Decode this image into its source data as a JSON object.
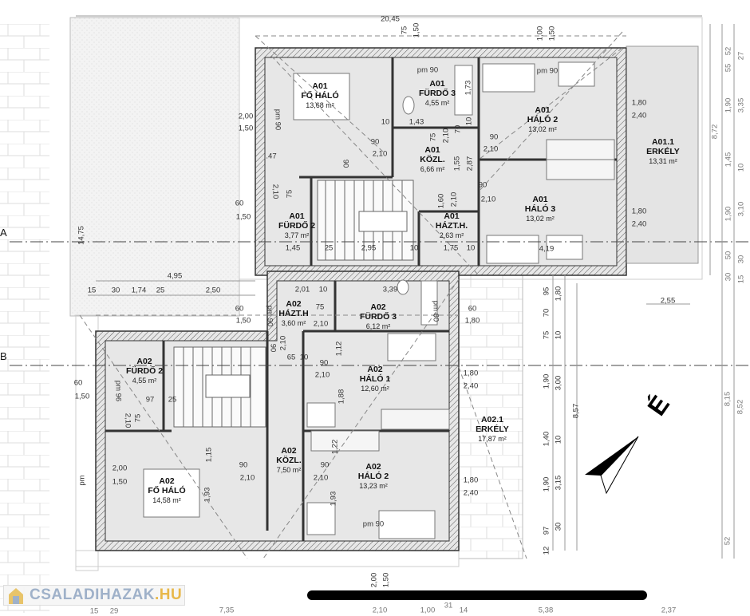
{
  "section_markers": {
    "a": "A",
    "b": "B"
  },
  "north_label": "É",
  "watermark": {
    "text": "CSALADIHAZAK",
    "suffix": ".HU"
  },
  "rooms": [
    {
      "code": "A01",
      "name": "FŐ HÁLÓ",
      "area": "13,68 m²"
    },
    {
      "code": "A01",
      "name": "FÜRDŐ 3",
      "area": "4,55 m²"
    },
    {
      "code": "A01",
      "name": "HÁLÓ 2",
      "area": "13,02 m²"
    },
    {
      "code": "A01",
      "name": "KÖZL.",
      "area": "6,66 m²"
    },
    {
      "code": "A01",
      "name": "FÜRDŐ 2",
      "area": "3,77 m²"
    },
    {
      "code": "A01",
      "name": "HÁZT.H.",
      "area": "2,63 m²"
    },
    {
      "code": "A01",
      "name": "HÁLÓ 3",
      "area": "13,02 m²"
    },
    {
      "code": "A01.1",
      "name": "ERKÉLY",
      "area": "13,31 m²"
    },
    {
      "code": "A02",
      "name": "HÁZT.H",
      "area": "3,60 m²"
    },
    {
      "code": "A02",
      "name": "FÜRDŐ 3",
      "area": "6,12 m²"
    },
    {
      "code": "A02",
      "name": "FÜRDŐ 2",
      "area": "4,55 m²"
    },
    {
      "code": "A02",
      "name": "HÁLÓ 1",
      "area": "12,60 m²"
    },
    {
      "code": "A02.1",
      "name": "ERKÉLY",
      "area": "17,87 m²"
    },
    {
      "code": "A02",
      "name": "KÖZL.",
      "area": "7,50 m²"
    },
    {
      "code": "A02",
      "name": "FŐ HÁLÓ",
      "area": "14,58 m²"
    },
    {
      "code": "A02",
      "name": "HÁLÓ 2",
      "area": "13,23 m²"
    }
  ],
  "dimensions": [
    "20,45",
    "75",
    "1,50",
    "1,00",
    "1,50",
    "14,75",
    "2,00",
    "1,50",
    "60",
    "1,50",
    "4,95",
    "15",
    "30",
    "1,74",
    "25",
    "2,50",
    "60",
    "1,50",
    "60",
    "1,50",
    "2,00",
    "1,50",
    "pm",
    "pm 90",
    "pm 90",
    "pm 90",
    "1,73",
    "10",
    "1,43",
    "75",
    "2,10",
    "70",
    "10",
    "90",
    "2,10",
    "90",
    "2,10",
    "90",
    ".47",
    "2,10",
    "75",
    "1,60",
    "2,10",
    "90",
    "2,10",
    "1,45",
    "25",
    "2,95",
    "10",
    "1,75",
    "10",
    "4,19",
    "1,80",
    "2,40",
    "1,80",
    "2,40",
    "1,55",
    "2,87",
    "52",
    "27",
    "55",
    "1,90",
    "3,35",
    "8,72",
    "1,45",
    "10",
    "1,90",
    "3,10",
    "50",
    "30",
    "30",
    "15",
    "2,55",
    "8,15",
    "8,52",
    "52",
    "95",
    "1,80",
    "70",
    "75",
    "10",
    "1,90",
    "3,00",
    "8,57",
    "1,40",
    "10",
    "1,90",
    "3,15",
    "97",
    "30",
    "12",
    "2,01",
    "10",
    "3,39",
    "pm 90",
    "75",
    "2,10",
    "pm 60",
    "60",
    "1,80",
    "2,10",
    "90",
    "65",
    "10",
    "90",
    "2,10",
    "1,12",
    "1,80",
    "2,40",
    "1,88",
    "pm 96",
    "97",
    "25",
    "2,10",
    "75",
    "1,15",
    "90",
    "2,10",
    "90",
    "2,10",
    "1,22",
    "1,80",
    "2,40",
    "1,93",
    "1,93",
    "pm 90",
    "2,00",
    "1,50",
    "15",
    "29",
    "7,35",
    "2,10",
    "1,00",
    "31",
    "14",
    "5,38",
    "2,37"
  ]
}
